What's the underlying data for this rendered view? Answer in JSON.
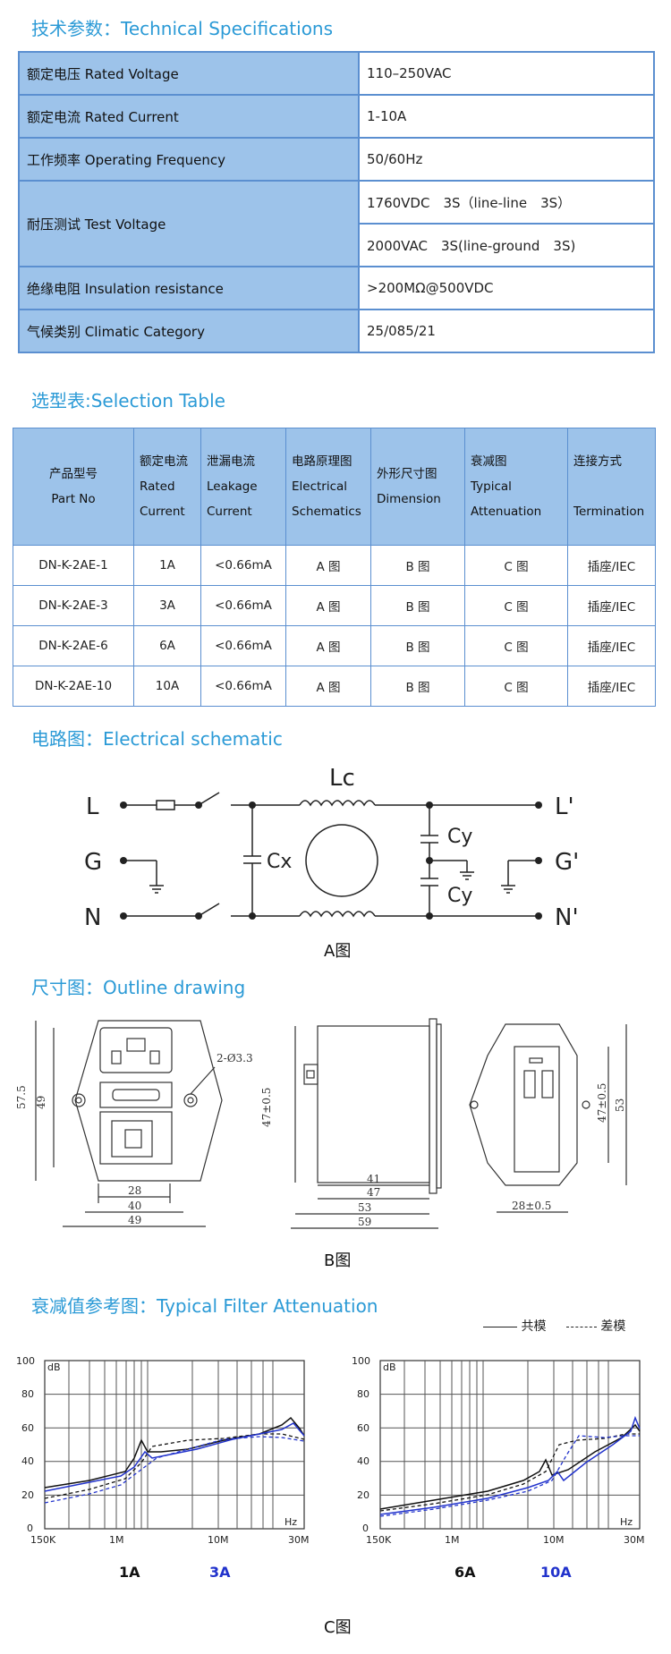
{
  "headings": {
    "tech": "技术参数：Technical Specifications",
    "selection": "选型表:Selection Table",
    "schematic": "电路图：Electrical schematic",
    "outline": "尺寸图：Outline drawing",
    "attenuation": "衰减值参考图：Typical Filter Attenuation"
  },
  "specs": [
    {
      "label": "额定电压 Rated Voltage",
      "value": "110–250VAC"
    },
    {
      "label": "额定电流 Rated Current",
      "value": "1-10A"
    },
    {
      "label": "工作频率 Operating Frequency",
      "value": "50/60Hz"
    },
    {
      "label": "耐压测试 Test Voltage",
      "value": "1760VDC　3S（line-line　3S）",
      "value2": "2000VAC　3S(line-ground　3S)"
    },
    {
      "label": "绝缘电阻 Insulation resistance",
      "value": ">200MΩ@500VDC"
    },
    {
      "label": "气候类别 Climatic Category",
      "value": "25/085/21"
    }
  ],
  "selection": {
    "headers": [
      {
        "cn": "产品型号",
        "en": "Part No"
      },
      {
        "cn": "额定电流",
        "en": "Rated",
        "en2": "Current"
      },
      {
        "cn": "泄漏电流",
        "en": "Leakage",
        "en2": "Current"
      },
      {
        "cn": "电路原理图",
        "en": "Electrical",
        "en2": "Schematics"
      },
      {
        "cn": "外形尺寸图",
        "en": "Dimension"
      },
      {
        "cn": "衰减图",
        "en": "Typical",
        "en2": "Attenuation"
      },
      {
        "cn": "连接方式",
        "en": "Termination"
      }
    ],
    "rows": [
      [
        "DN-K-2AE-1",
        "1A",
        "<0.66mA",
        "A 图",
        "B 图",
        "C 图",
        "插座/IEC"
      ],
      [
        "DN-K-2AE-3",
        "3A",
        "<0.66mA",
        "A 图",
        "B 图",
        "C 图",
        "插座/IEC"
      ],
      [
        "DN-K-2AE-6",
        "6A",
        "<0.66mA",
        "A 图",
        "B 图",
        "C 图",
        "插座/IEC"
      ],
      [
        "DN-K-2AE-10",
        "10A",
        "<0.66mA",
        "A 图",
        "B 图",
        "C 图",
        "插座/IEC"
      ]
    ]
  },
  "schematic": {
    "labels": {
      "L": "L",
      "G": "G",
      "N": "N",
      "Lp": "L'",
      "Gp": "G'",
      "Np": "N'",
      "Lc": "Lc",
      "Cx": "Cx",
      "Cy1": "Cy",
      "Cy2": "Cy"
    },
    "caption": "A图"
  },
  "outline": {
    "dims": {
      "d575": "57.5",
      "d49v": "49",
      "hole": "2-Ø3.3",
      "d28": "28",
      "d40": "40",
      "d49h": "49",
      "d47v": "47±0.5",
      "d41": "41",
      "d47h": "47",
      "d53h": "53",
      "d59": "59",
      "d47v2": "47±0.5",
      "d53v": "53",
      "d28w": "28±0.5"
    },
    "caption": "B图"
  },
  "attenuation": {
    "legend": {
      "solid": "共模",
      "dashed": "差模"
    },
    "charts": [
      {
        "ylabels": [
          "100",
          "80",
          "60",
          "40",
          "20",
          "0"
        ],
        "unit": "dB",
        "xlabels": [
          "150K",
          "1M",
          "10M",
          "30M"
        ],
        "xunit": "Hz",
        "name1": "1A",
        "name2": "3A"
      },
      {
        "ylabels": [
          "100",
          "80",
          "60",
          "40",
          "20",
          "0"
        ],
        "unit": "dB",
        "xlabels": [
          "150K",
          "1M",
          "10M",
          "30M"
        ],
        "xunit": "Hz",
        "name1": "6A",
        "name2": "10A"
      }
    ],
    "caption": "C图",
    "colors": {
      "series1": "#111111",
      "series2": "#2233cc"
    }
  }
}
